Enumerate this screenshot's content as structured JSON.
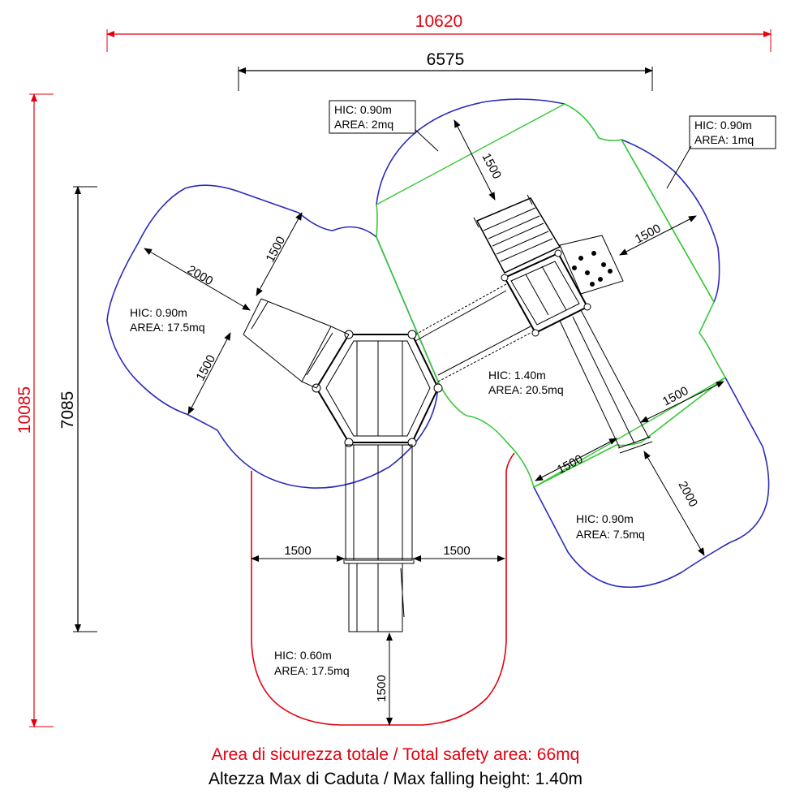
{
  "colors": {
    "red": "#e3000f",
    "blue": "#2b2bbd",
    "green": "#37c837",
    "lightgreen": "#7fd63f",
    "black": "#000000"
  },
  "dimensions": {
    "overall_width": "10620",
    "equipment_width": "6575",
    "overall_height": "10085",
    "equipment_height": "7085",
    "d1500": "1500",
    "d2000": "2000"
  },
  "zones": {
    "top_small": {
      "hic": "HIC: 0.90m",
      "area": "AREA: 2mq"
    },
    "right_small": {
      "hic": "HIC: 0.90m",
      "area": "AREA: 1mq"
    },
    "left": {
      "hic": "HIC: 0.90m",
      "area": "AREA: 17.5mq"
    },
    "center": {
      "hic": "HIC: 1.40m",
      "area": "AREA: 20.5mq"
    },
    "right_lower": {
      "hic": "HIC: 0.90m",
      "area": "AREA: 7.5mq"
    },
    "bottom": {
      "hic": "HIC: 0.60m",
      "area": "AREA: 17.5mq"
    }
  },
  "footer": {
    "total_area": "Area di sicurezza totale / Total safety area: 66mq",
    "max_height": "Altezza Max di Caduta / Max falling height: 1.40m"
  }
}
